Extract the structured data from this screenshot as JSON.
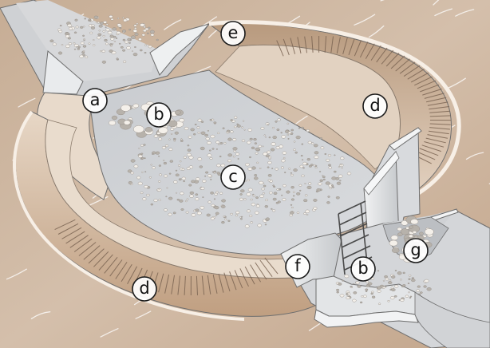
{
  "labels": {
    "a": "a",
    "b1": "b",
    "b2": "b",
    "c": "c",
    "d1": "d",
    "d2": "d",
    "e": "e",
    "f": "f",
    "g": "g"
  },
  "colors": {
    "ground": "#cdb7a1",
    "ground_dark": "#b59a82",
    "ground_light": "#e6d8c9",
    "slope": "#c9ab8f",
    "rim": "#f4ebe1",
    "concrete": "#d1d3d6",
    "concrete_dark": "#b9bcc0",
    "wall_face": "#e9ebed",
    "outline": "#6e6e6e",
    "gravel": "#a9a39c",
    "gravel_light": "#f3efe9"
  }
}
